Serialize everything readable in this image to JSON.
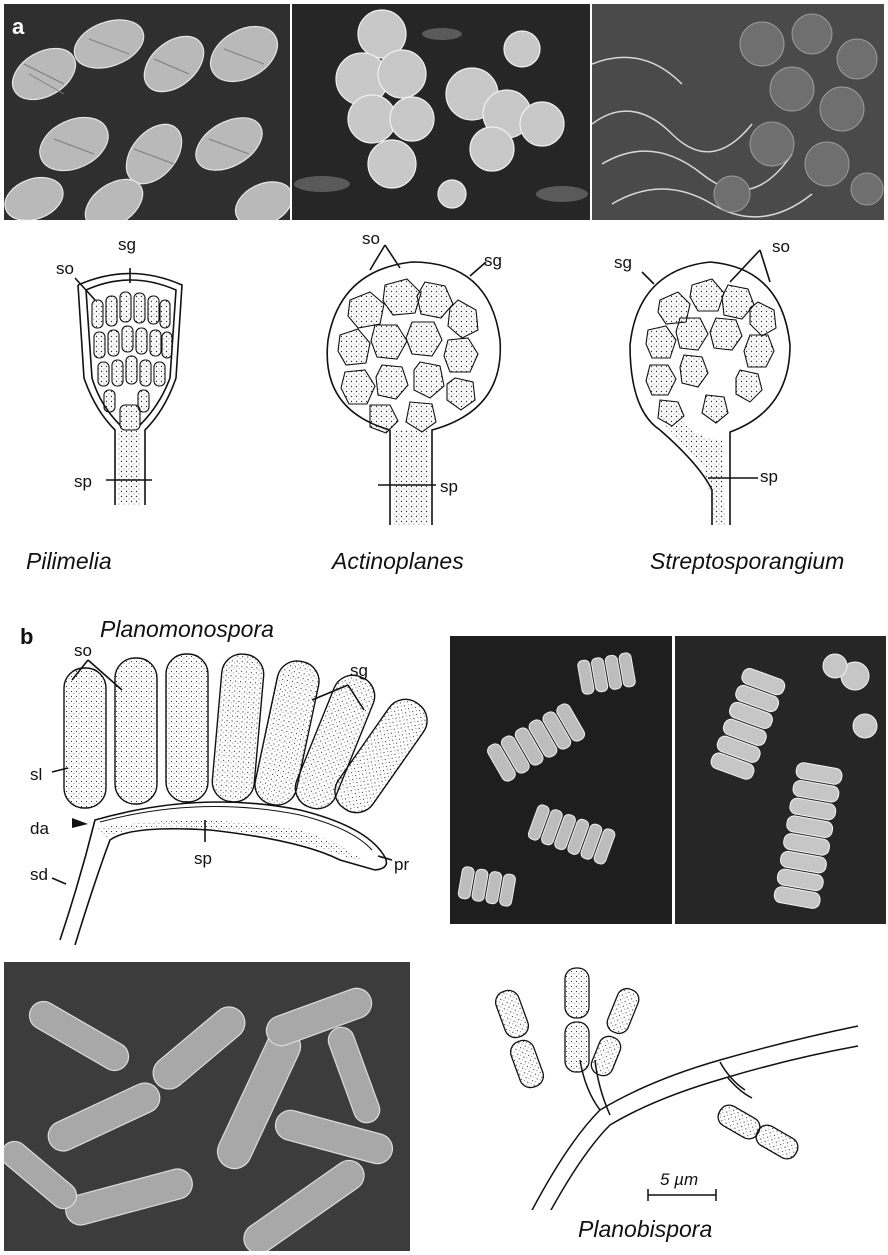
{
  "panel_a": {
    "letter": "a",
    "genera": [
      "Pilimelia",
      "Actinoplanes",
      "Streptosporangium"
    ],
    "labels": {
      "so": "so",
      "sg": "sg",
      "sp": "sp"
    }
  },
  "panel_b": {
    "letter": "b",
    "genus_top": "Planomonospora",
    "genus_bottom": "Planobispora",
    "labels": {
      "so": "so",
      "sg": "sg",
      "sl": "sl",
      "da": "da",
      "sd": "sd",
      "sp": "sp",
      "pr": "pr"
    },
    "scale_bar": "5 µm"
  }
}
